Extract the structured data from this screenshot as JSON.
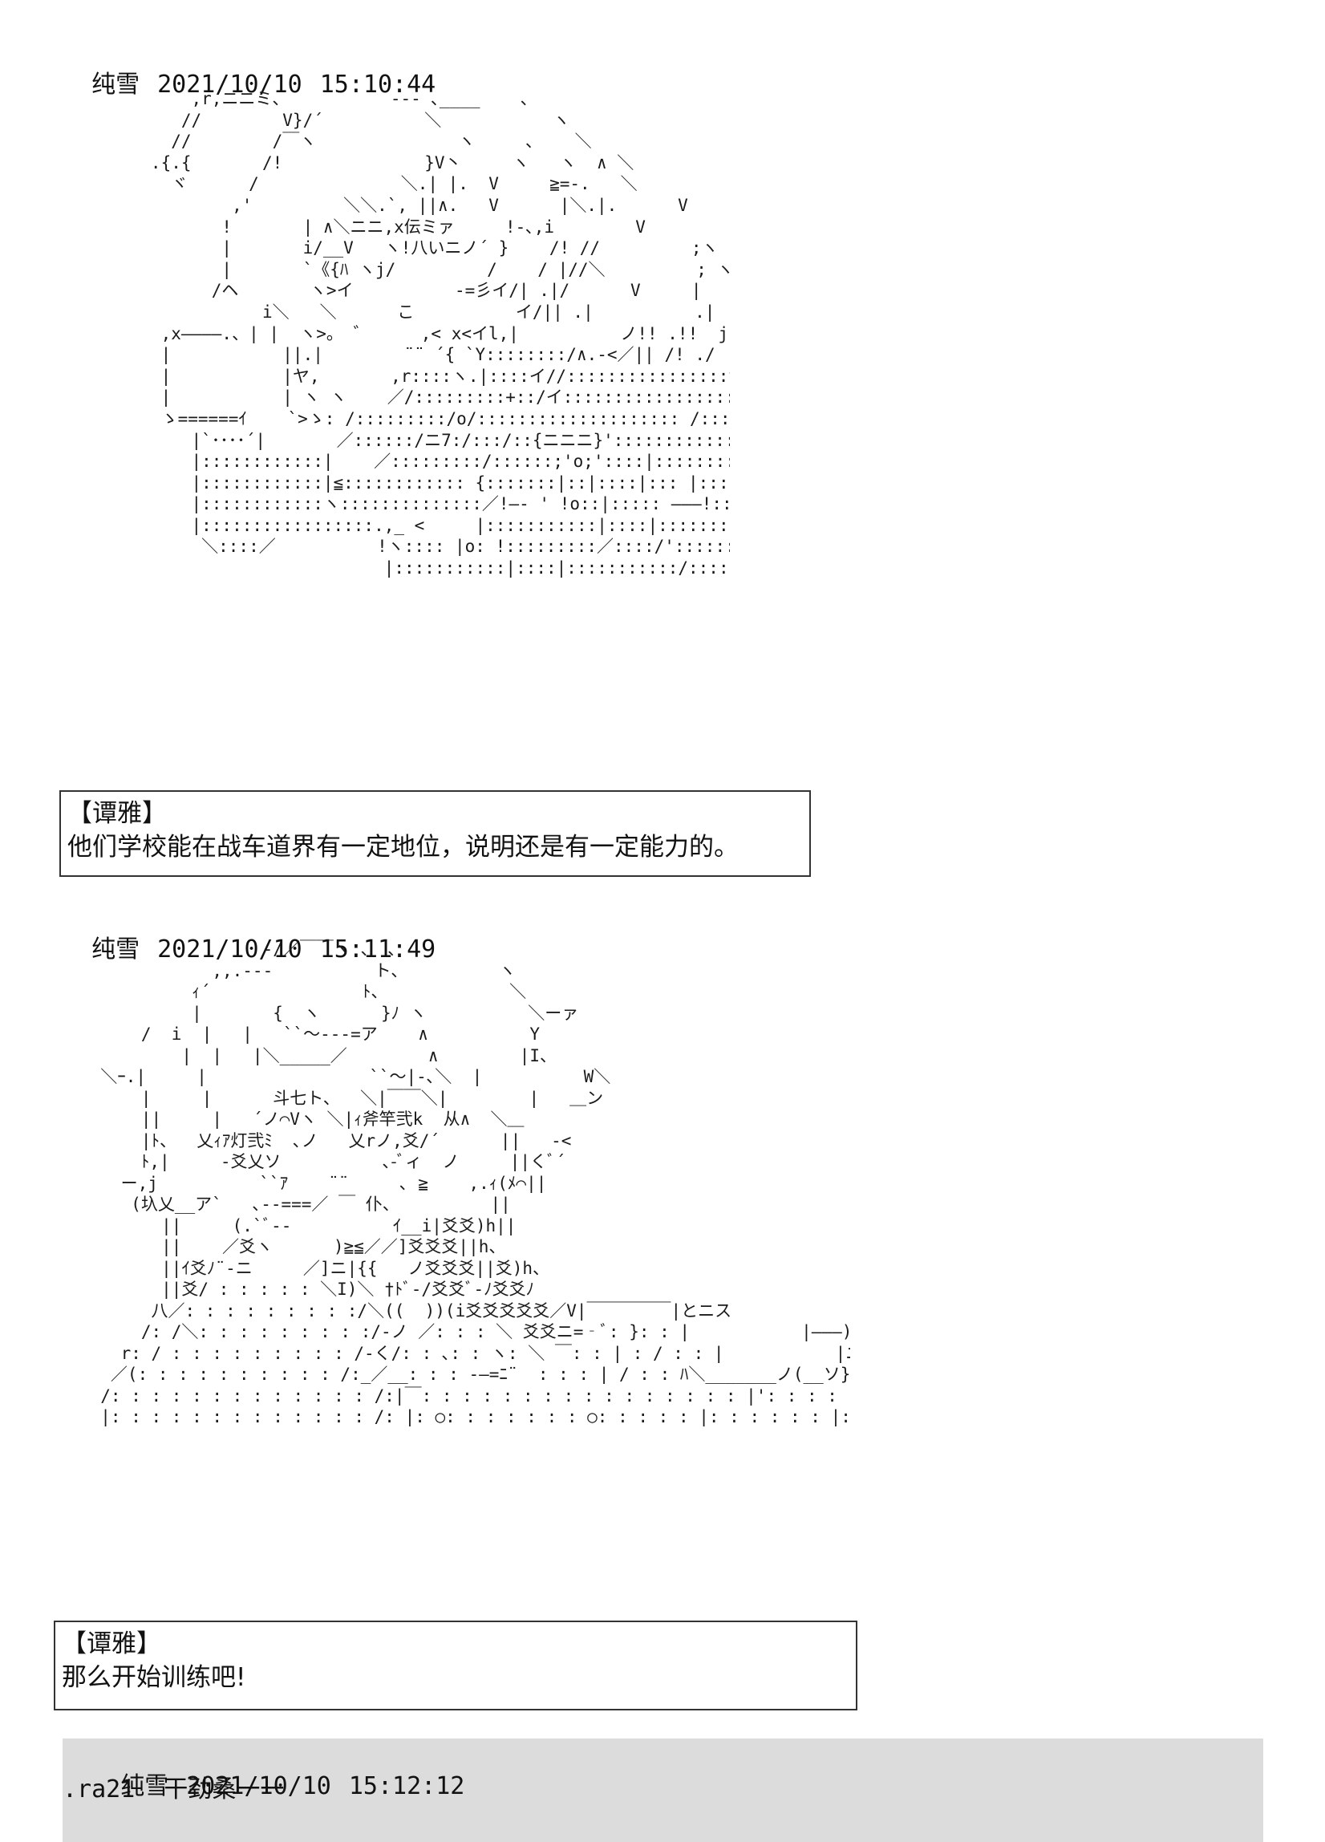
{
  "posts": [
    {
      "author": "纯雪",
      "date": "2021/10/10",
      "time": "15:10:44",
      "art": "       ,r,ニニミ、          --‐ ､____    ､\n      //        V}/´          ＼           ヽ\n     //        /￣ヽ              ヽ     ､    ＼\n   .{.{       /!              }V丶     ヽ   ヽ  ∧ ＼\n     ヾ      /              ＼.| |.  V     ≧=‐.   ＼\n           ,'         ＼＼.`, ||∧.   V      |＼.|.      V\n          !       | ∧＼ニニ,x伝ミァ     !‐､,i        V\n          |       i/__V   ヽ!八いニノ´ }    /! //         ;ヽ\n          |       `《{ﾊ ヽj/         /    / |//＼         ; ヽ＿_\n         /ヘ       ヽ>イ          ‐=彡イ/| .|/      V     |   V\n              i＼   ＼      こ          イ/|| .|          .|  |    |    |\n    ,x――――.、| |  ヽ>。 ゛     ,< x<イl,|          ノ!! .!!  j\n    |           ||.|        ¨¨ ´{ `Y::::::::/∧.-<／|| /! ./\n    |           |ヤ,       ,r::::ヽ.|::::イ//::::::::::::::::y`゛//./\n    |           | ヽ ヽ    ／/:::::::::+::/イ::::::::::::::::::/::::::::Vｲ\n    ゝ======ｲ    `>ゝ: /:::::::::/o/:::::::::::::::::::: /:::::::::::::j\n       |`････´|       ／::::::/ニ7:/:::/::{ニニニ}'::::::::::::/!\n       |::::::::::::|    ／:::::::::/::::::;'o;'::::|:::::::::::::::/:::::::::::::イ\n       |::::::::::::|≦:::::::::::: {:::::::|::|::::|::: |::::::::::::::::|::::::::::::::/\n       |::::::::::::ヽ::::::::::::::／!―‐ ' !o::|::::: ―――!:::::::::::::|\n       |:::::::::::::::::.,_ <     |:::::::::::|::::|::::::::::::::::::::::::|:::::::::::::j\n        ＼::::／          !ヽ:::: |o: !:::::::::／::::/'::::::::::::::|\n                          |:::::::::::|::::|:::::::::::/::::::/／ :::::::::: !"
    },
    {
      "author": "纯雪",
      "date": "2021/10/10",
      "time": "15:11:49",
      "art": "                  ‐/／￣￣ヽ 、 、\n             ,,.-‐‐          ト、         ヽ\n           ｨ´               ﾄ、            ＼\n           |       {  ヽ      }ﾉ ヽ          ＼ーァ\n      /  i  |   |   ``～---=ア    ∧          Y\n          |  |   |＼_____／        ∧        |I、\n  ＼ｰ.|     |                ``～|-､＼  |          W＼\n      |     |      斗七ト、  ＼|￣￣＼|        |   ＿ン\n      ||     |   ´ノ⌒Vヽ ＼|ｨ斧竿弐k  从∧  ＼＿\n      |ﾄ、  乂ｨｱ灯弐ﾐ  ､ノ   乂rノ,爻/´      ||   -<\n      ﾄ,|     ‐爻乂ソ          ､-ﾞィ  ノ     ||くﾞ´\n    ー,j          ``ｱ    ¨¨     ､ ≧    ,.ｨ(ﾒ⌒||\n     (圦乂__ア`   ､--===／ ￣ 仆、         ||\n        ||     (.`ﾞ‐-          ｲ__i|爻爻)h||\n        ||    ／爻ヽ      )≧≦／／]爻爻爻||h、\n        ||ｲ爻ﾉ¨‐ニ     ／]ニ|{{   ノ爻爻爻||爻)h、\n        ||爻/ : : : : : ＼I)＼ †ﾄﾞ‐/爻爻ﾞ‐ﾉ爻爻ﾉ\n       八／: : : : : : : : :/＼((  ))(i爻爻爻爻爻／V|￣￣￣￣￣|とニス\n      /: /＼: : : : : : : : :/‐ノ ／: : : ＼ 爻爻ニ=‐ﾞ: }: : |           |―――)\n    r: / : : : : : : : : : /‐く/: : ､: : ヽ: ＼ ￣: : | : / : : |           |ニニｱ\n   ／(: : : : : : : : : : /:_／__: : : ‐―=ﾆ¨  : : : | / : : ﾊ＼_______ノ(__ソ}\n  /: : : : : : : : : : : : : /:|￣: : : : : : : : : : : : : : : : |': : : : : : /: : : : : : :   `ｰﾉ\n  |: : : : : : : : : : : : : /: |: ○: : : : : : : ○: : : : : |: : : : : : |: : : : : : : : : ／"
    }
  ],
  "dialogs": [
    {
      "speaker": "【谭雅】",
      "text": "他们学校能在战车道界有一定地位，说明还是有一定能力的。"
    },
    {
      "speaker": "【谭雅】",
      "text": "那么开始训练吧!"
    }
  ],
  "last_post": {
    "author": "纯雪",
    "date": "2021/10/10",
    "time": "15:12:12",
    "body": ".ra21  干劲桑一一"
  }
}
